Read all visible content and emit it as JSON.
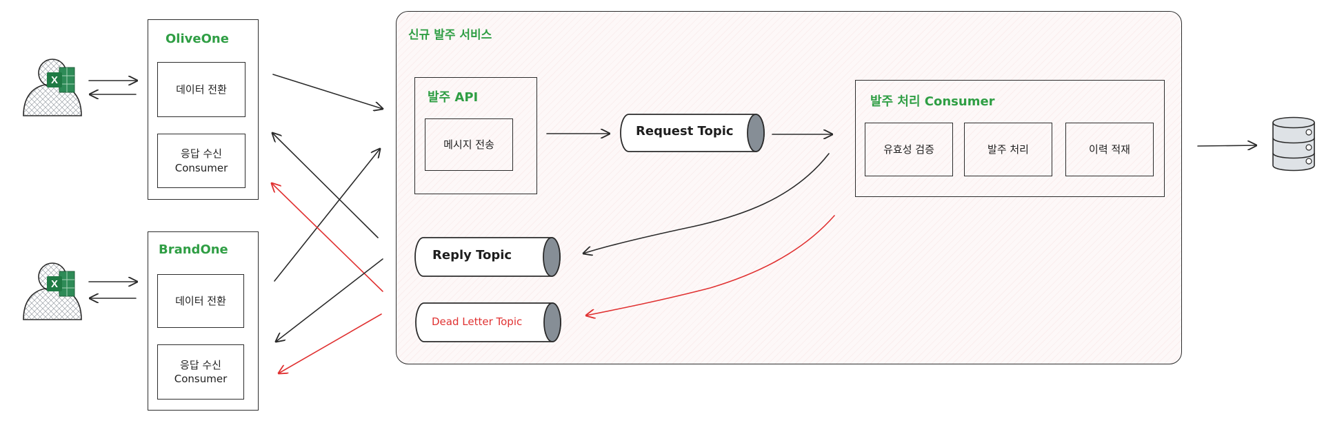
{
  "clients": [
    {
      "name": "OliveOne",
      "modules": [
        "데이터 전환",
        "응답 수신\nConsumer"
      ]
    },
    {
      "name": "BrandOne",
      "modules": [
        "데이터 전환",
        "응답 수신\nConsumer"
      ]
    }
  ],
  "service": {
    "title": "신규 발주 서비스",
    "api": {
      "title": "발주 API",
      "module": "메시지 전송"
    },
    "consumer": {
      "title": "발주 처리 Consumer",
      "modules": [
        "유효성 검증",
        "발주 처리",
        "이력 적재"
      ]
    },
    "topics": {
      "request": "Request Topic",
      "reply": "Reply Topic",
      "dead_letter": "Dead Letter Topic"
    }
  },
  "icons": [
    "user-excel-icon",
    "user-excel-icon",
    "database-icon"
  ],
  "colors": {
    "green": "#2f9e44",
    "red": "#e03131",
    "stroke": "#2a2a2a",
    "excel": "#1f7a44"
  }
}
